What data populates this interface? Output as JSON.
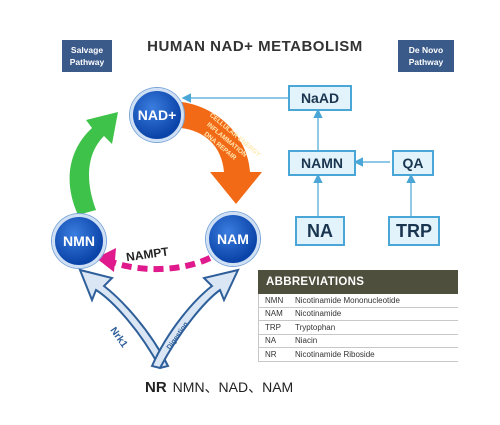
{
  "header": {
    "title": "HUMAN NAD+ METABOLISM",
    "salvage_line1": "Salvage",
    "salvage_line2": "Pathway",
    "denovo_line1": "De Novo",
    "denovo_line2": "Pathway"
  },
  "cycle": {
    "nad": "NAD+",
    "nam": "NAM",
    "nmn": "NMN",
    "enzyme": "NAMPT",
    "arc_line1": "CELLULAR ENERGY",
    "arc_line2": "INFLAMMATION",
    "arc_line3": "DNA REPAIR",
    "nrk": "Nrk1",
    "digestion": "Digestion"
  },
  "denovo": {
    "naad": "NaAD",
    "namn": "NAMN",
    "qa": "QA",
    "na": "NA",
    "trp": "TRP"
  },
  "abbreviations": {
    "heading": "ABBREVIATIONS",
    "rows": [
      {
        "abbr": "NMN",
        "full": "Nicotinamide Mononucleotide"
      },
      {
        "abbr": "NAM",
        "full": "Nicotinamide"
      },
      {
        "abbr": "TRP",
        "full": "Tryptophan"
      },
      {
        "abbr": "NA",
        "full": "Niacin"
      },
      {
        "abbr": "NR",
        "full": "Nicotinamide Riboside"
      }
    ]
  },
  "footer": {
    "nr": "NR",
    "text": "NMN、NAD、NAM"
  },
  "colors": {
    "tag_bg": "#3a5a8a",
    "circle": "#0b44a8",
    "green_arrow": "#3fc24a",
    "orange_arrow": "#f26a16",
    "pink_arrow": "#e01a8c",
    "box_border": "#4aa6d6",
    "abbr_header": "#4f4f3d"
  }
}
